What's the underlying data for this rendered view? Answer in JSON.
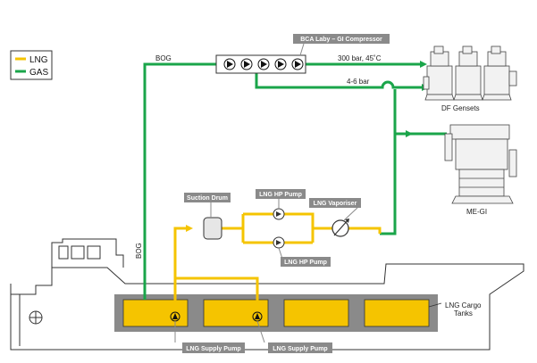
{
  "legend": {
    "lng": "LNG",
    "gas": "GAS"
  },
  "colors": {
    "lng": "#f5c400",
    "gas": "#1aa54a",
    "tag_bg": "#8a8a8a",
    "hull": "#333333",
    "tank_bg": "#8a8a8a"
  },
  "labels": {
    "compressor": "BCA Laby – GI Compressor",
    "bog_top": "BOG",
    "bog_vertical": "BOG",
    "hp_gas": "300 bar, 45˚C",
    "lp_gas": "4-6 bar",
    "df_gensets": "DF Gensets",
    "me_gi": "ME-GI",
    "suction_drum": "Suction Drum",
    "hp_pump_top": "LNG HP Pump",
    "hp_pump_bottom": "LNG HP Pump",
    "vaporiser": "LNG Vaporiser",
    "cargo_tanks_1": "LNG Cargo",
    "cargo_tanks_2": "Tanks",
    "supply_pump_1": "LNG Supply Pump",
    "supply_pump_2": "LNG Supply Pump"
  }
}
